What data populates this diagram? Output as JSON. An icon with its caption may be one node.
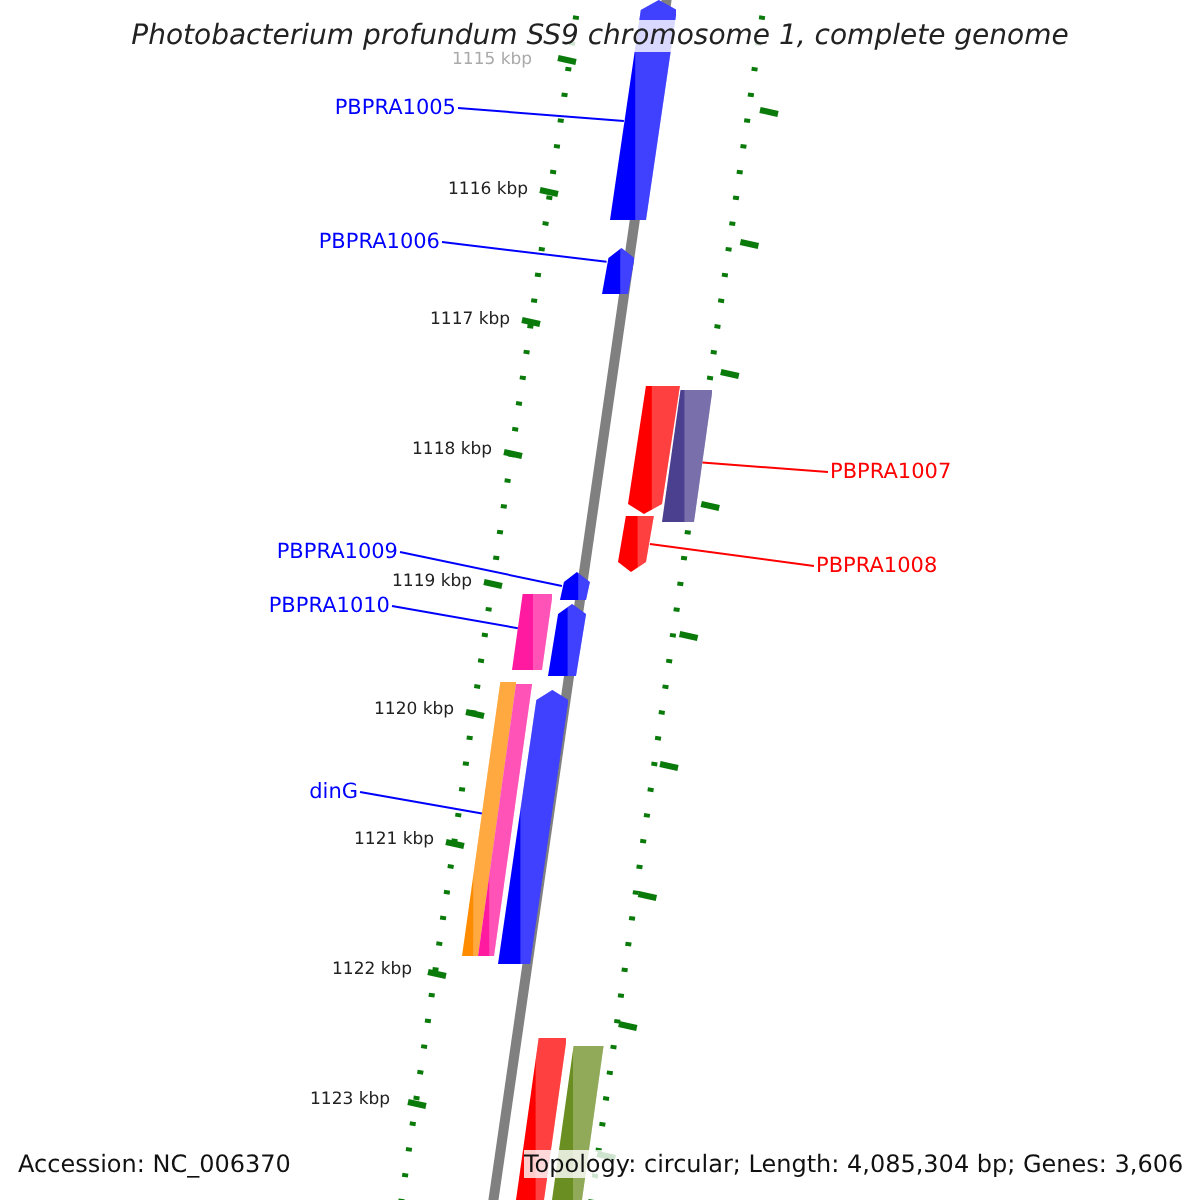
{
  "diagram": {
    "title": "Photobacterium profundum SS9 chromosome 1, complete genome",
    "nodes": [
      {
        "text": [
          "PBPRA1005"
        ]
      },
      {
        "text": [],
        "shape": "bar"
      },
      {
        "text": [
          "PBPRA1006"
        ]
      },
      {
        "text": [],
        "shape": "bar"
      },
      {
        "text": [],
        "shape": "bar"
      },
      {
        "text": [],
        "shape": "bar"
      },
      {
        "text": [
          "PBPRA1007"
        ]
      },
      {
        "text": [],
        "shape": "bar"
      },
      {
        "text": [
          "PBPRA1008"
        ]
      },
      {
        "text": [
          "PBPRA1009"
        ]
      },
      {
        "text": [],
        "shape": "bar"
      },
      {
        "text": [
          "PBPRA1010"
        ]
      },
      {
        "text": [],
        "shape": "bar"
      },
      {
        "text": [],
        "shape": "bar"
      },
      {
        "text": [],
        "shape": "bar"
      },
      {
        "text": [],
        "shape": "bar"
      },
      {
        "text": [],
        "shape": "bar"
      },
      {
        "text": [
          "dinG"
        ]
      },
      {
        "text": [],
        "shape": "bar"
      },
      {
        "text": [],
        "shape": "bar"
      }
    ],
    "edges": [
      {
        "from": 0,
        "to": 1,
        "arrow": "none",
        "color": "#0000ff"
      },
      {
        "from": 2,
        "to": 3,
        "arrow": "none",
        "color": "#0000ff"
      },
      {
        "from": 6,
        "to": 5,
        "arrow": "none",
        "color": "#ff0000"
      },
      {
        "from": 8,
        "to": 7,
        "arrow": "none",
        "color": "#ff0000"
      },
      {
        "from": 9,
        "to": 10,
        "arrow": "none",
        "color": "#0000ff"
      },
      {
        "from": 11,
        "to": 12,
        "arrow": "none",
        "color": "#0000ff"
      },
      {
        "from": 17,
        "to": 14,
        "arrow": "none",
        "color": "#0000ff"
      }
    ],
    "labels": [
      "1115 kbp",
      "1116 kbp",
      "1117 kbp",
      "1118 kbp",
      "1119 kbp",
      "1120 kbp",
      "1121 kbp",
      "1122 kbp",
      "1123 kbp",
      "Accession: NC_006370",
      "Topology: circular; Length: 4,085,304 bp; Genes: 3,606"
    ]
  }
}
